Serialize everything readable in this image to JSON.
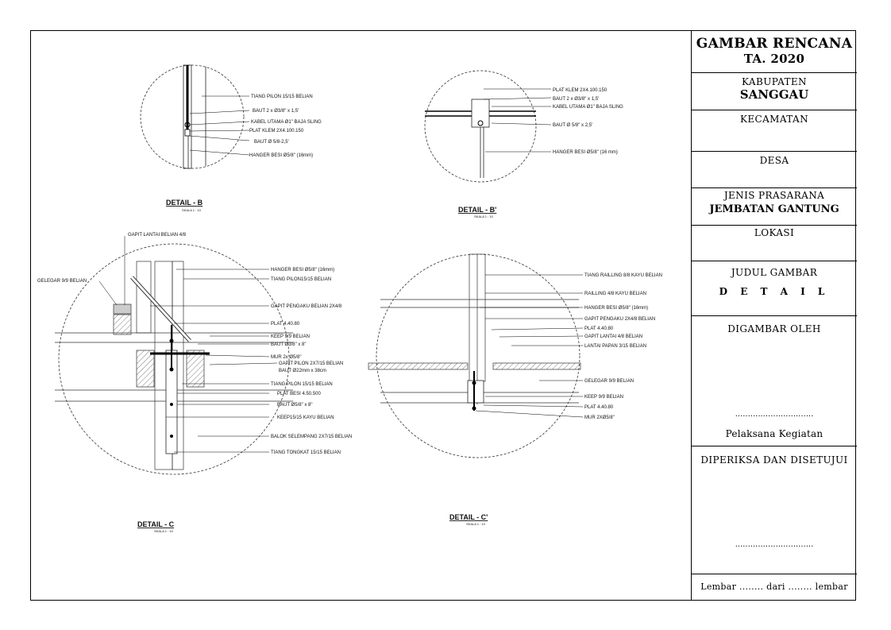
{
  "title_block": {
    "title": "GAMBAR RENCANA",
    "year": "TA. 2020",
    "kabupaten_label": "KABUPATEN",
    "kabupaten_value": "SANGGAU",
    "kecamatan_label": "KECAMATAN",
    "desa_label": "DESA",
    "jenis_label": "JENIS PRASARANA",
    "jenis_value": "JEMBATAN GANTUNG",
    "lokasi_label": "LOKASI",
    "judul_label": "JUDUL GAMBAR",
    "judul_value": "D E T A I L",
    "digambar_label": "DIGAMBAR OLEH",
    "signature_dots_1": "...............................",
    "pelaksana": "Pelaksana Kegiatan",
    "diperiksa_label": "DIPERIKSA DAN DISETUJUI",
    "signature_dots_2": "...............................",
    "lembar": "Lembar ........ dari ........ lembar"
  },
  "details": {
    "b": {
      "title": "DETAIL - B",
      "scale": "SKALA 1 : 10",
      "labels": [
        "TIANG PILON 15/15 BELIAN",
        "BAUT 2 x Ø3/8\" x 1,5'",
        "KABEL UTAMA Ø1\" BAJA SLING",
        "PLAT KLEM 2X4.100.150",
        "BAUT Ø 5/8-2,5'",
        "HANGER BESI Ø5/8\" (16mm)"
      ]
    },
    "b_prime": {
      "title": "DETAIL - B'",
      "scale": "SKALA 1 : 10",
      "labels": [
        "PLAT KLEM 2X4.100.150",
        "BAUT 2 x Ø3/8\" x 1,5'",
        "KABEL UTAMA Ø1\" BAJA SLING",
        "BAUT Ø 5/8\" x 2,5'",
        "HANGER BESI Ø5/8\" (16 mm)"
      ]
    },
    "c": {
      "title": "DETAIL - C",
      "scale": "SKALA 1 : 10",
      "labels": [
        "GAPIT LANTAI BELIAN 4/8",
        "GELEGAR 9/9 BELIAN",
        "HANGER BESI Ø5/8\" (16mm)",
        "TIANG PILON15/15 BELIAN",
        "GAPIT PENGAKU BELIAN 2X4/8",
        "PLAT 4.40.80",
        "KEEP 9/9 BELIAN",
        "BAUT Ø3/8\" x 8\"",
        "MUR 2x Ø5/8\"",
        "GAPIT PILON 2X7/15 BELIAN",
        "BAUT Ø22mm x 38cm",
        "TIANG PILON 15/15 BELIAN",
        "PLAT BESI 4.50.500",
        "BAUT Ø5/8\" x 8\"",
        "KEEP15/15 KAYU BELIAN",
        "BALOK SELEMPANG 2X7/15 BELIAN",
        "TIANG TONGKAT 15/15 BELIAN"
      ]
    },
    "c_prime": {
      "title": "DETAIL - C'",
      "scale": "SKALA 1 : 10",
      "labels": [
        "TIANG RAILLING 8/8 KAYU BELIAN",
        "RAILLING 4/8 KAYU BELIAN",
        "HANGER BESI Ø5/8\" (16mm)",
        "GAPIT PENGAKU 2X4/8 BELIAN",
        "PLAT 4.40.80",
        "GAPIT LANTAI 4/8 BELIAN",
        "LANTAI PAPAN 3/15 BELIAN",
        "GELEGAR 9/9 BELIAN",
        "KEEP 9/9 BELIAN",
        "PLAT 4.40.80",
        "MUR 2XØ5/8\""
      ]
    }
  }
}
